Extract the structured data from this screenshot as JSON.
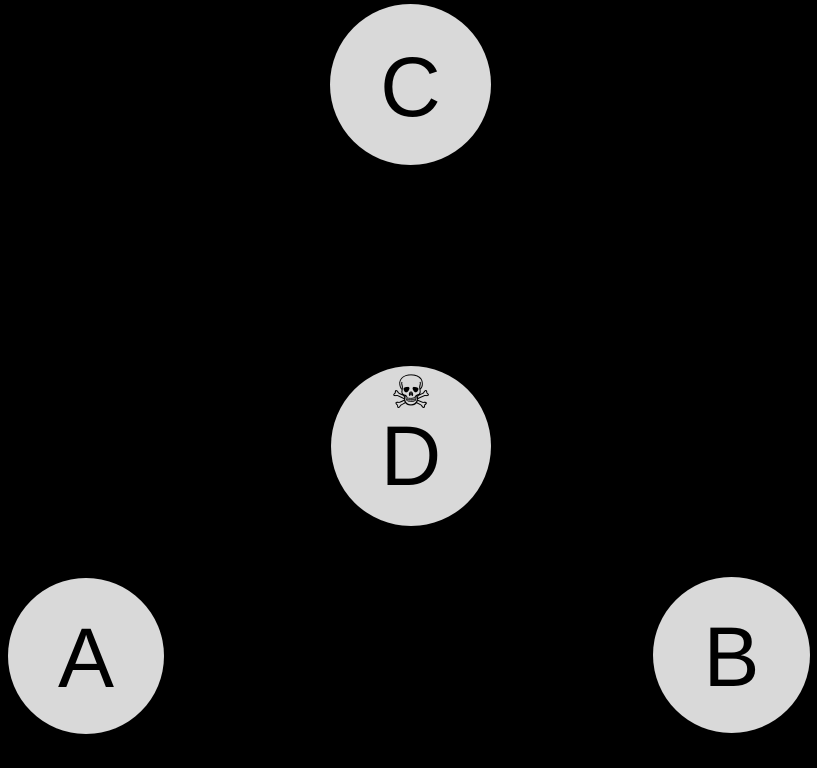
{
  "diagram": {
    "background_color": "#000000",
    "node_fill_color": "#d9d9d9",
    "node_text_color": "#000000",
    "nodes": [
      {
        "id": "C",
        "label": "C"
      },
      {
        "id": "D",
        "label": "D",
        "icon_glyph": "☠",
        "icon_name": "skull-crossbones-icon"
      },
      {
        "id": "A",
        "label": "A"
      },
      {
        "id": "B",
        "label": "B"
      }
    ]
  }
}
